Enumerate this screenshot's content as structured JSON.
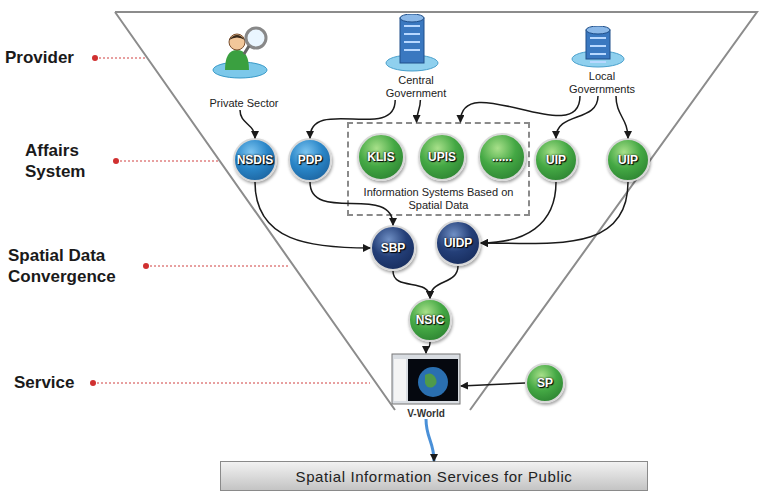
{
  "diagram": {
    "nodes": [
      {
        "text": [
          "Private Sector"
        ]
      },
      {
        "text": [
          "Central Government"
        ]
      },
      {
        "text": [
          "Local Governments"
        ]
      },
      {
        "text": [
          "NSDIS"
        ]
      },
      {
        "text": [
          "PDP"
        ]
      },
      {
        "text": [
          "Information Systems Based on Spatial Data"
        ]
      },
      {
        "text": [
          "KLIS"
        ],
        "in": 5
      },
      {
        "text": [
          "UPIS"
        ],
        "in": 5
      },
      {
        "text": [
          "......"
        ],
        "in": 5
      },
      {
        "text": [
          "UIP"
        ]
      },
      {
        "text": [
          "UIP"
        ]
      },
      {
        "text": [
          "SBP"
        ]
      },
      {
        "text": [
          "UIDP"
        ]
      },
      {
        "text": [
          "NSIC"
        ]
      },
      {
        "text": [
          "V-World"
        ]
      },
      {
        "text": [
          "SP"
        ]
      },
      {
        "text": [
          "Spatial Information Services for Public"
        ]
      }
    ],
    "edges": [
      {
        "from": 0,
        "to": 3,
        "arrow": "to"
      },
      {
        "from": 1,
        "to": 4,
        "arrow": "to"
      },
      {
        "from": 1,
        "to": 5,
        "arrow": "to"
      },
      {
        "from": 2,
        "to": 5,
        "arrow": "to"
      },
      {
        "from": 2,
        "to": 9,
        "arrow": "to"
      },
      {
        "from": 2,
        "to": 10,
        "arrow": "to"
      },
      {
        "from": 3,
        "to": 11,
        "arrow": "to"
      },
      {
        "from": 4,
        "to": 11,
        "arrow": "to"
      },
      {
        "from": 9,
        "to": 12,
        "arrow": "to"
      },
      {
        "from": 10,
        "to": 12,
        "arrow": "to"
      },
      {
        "from": 11,
        "to": 13,
        "arrow": "to"
      },
      {
        "from": 12,
        "to": 13,
        "arrow": "to"
      },
      {
        "from": 13,
        "to": 14,
        "arrow": "to"
      },
      {
        "from": 15,
        "to": 14,
        "arrow": "to"
      },
      {
        "from": 14,
        "to": 16,
        "arrow": "to"
      }
    ],
    "labels": [
      "Provider",
      "Affairs System",
      "Spatial Data Convergence",
      "Service"
    ]
  }
}
